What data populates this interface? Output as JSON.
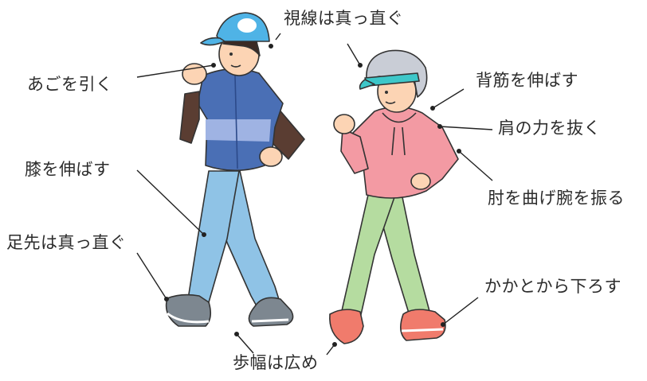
{
  "labels": {
    "gaze": "視線は真っ直ぐ",
    "chin": "あごを引く",
    "back": "背筋を伸ばす",
    "shoulders": "肩の力を抜く",
    "knees": "膝を伸ばす",
    "elbow": "肘を曲げ腕を振る",
    "toes": "足先は真っ直ぐ",
    "heel": "かかとから下ろす",
    "stride": "歩幅は広め"
  },
  "colors": {
    "man_cap": "#4fb3e6",
    "man_jacket": "#4a6fb5",
    "man_jacket_band": "#9fb3e3",
    "man_pants": "#8fc3e6",
    "man_shoes": "#7d8790",
    "woman_hair": "#c9cdd6",
    "woman_visor": "#3ec7c9",
    "woman_hoodie": "#f39aa3",
    "woman_pants": "#b5dca0",
    "woman_shoes": "#f07b6c",
    "skin": "#fcd4b4",
    "line": "#222222"
  }
}
